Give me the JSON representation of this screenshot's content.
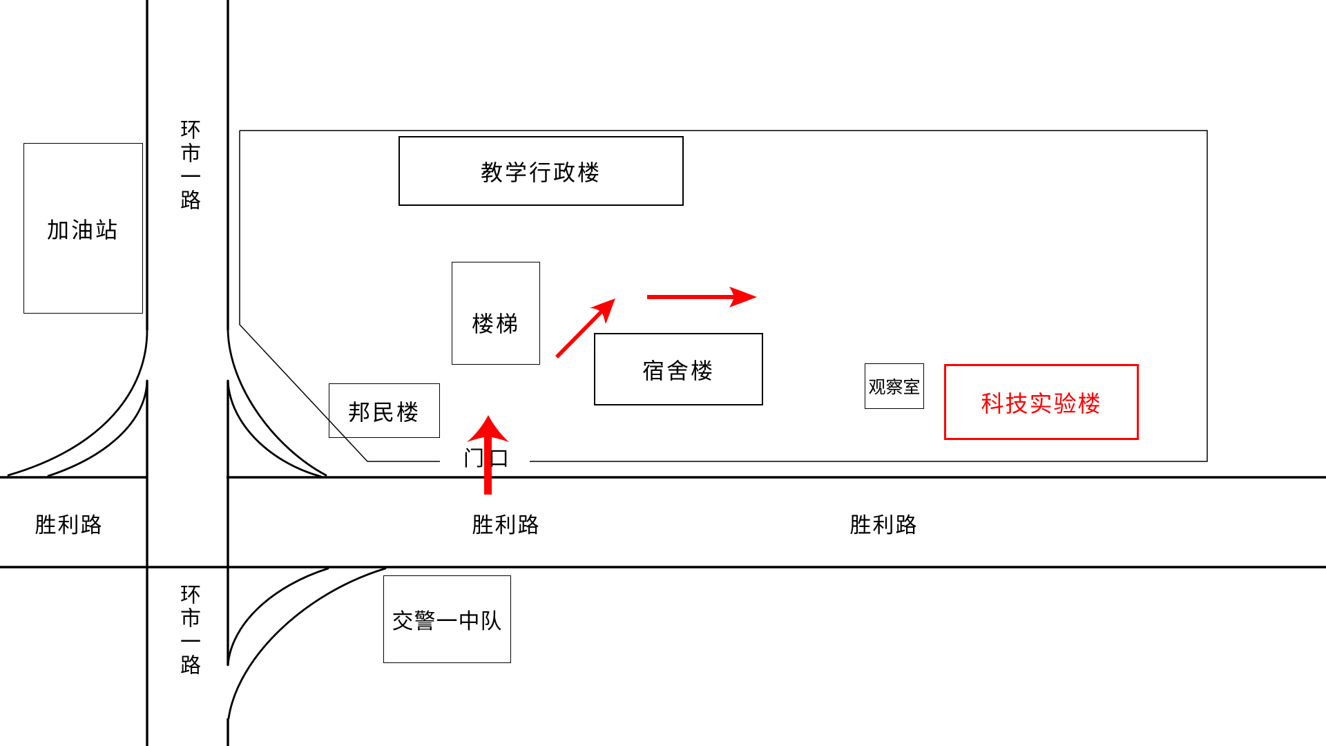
{
  "canvas": {
    "background": "#ffffff"
  },
  "colors": {
    "line": "#000000",
    "highlight": "#ff0000"
  },
  "buildings": {
    "gas_station": "加油站",
    "teaching_admin": "教学行政楼",
    "stairs": "楼梯",
    "bangmin": "邦民楼",
    "dormitory": "宿舍楼",
    "observation": "观察室",
    "science_lab": "科技实验楼",
    "traffic_police": "交警一中队"
  },
  "roads": {
    "ring_road_top": "环市一路",
    "ring_road_bottom": "环市一路",
    "shengli_left": "胜利路",
    "shengli_center": "胜利路",
    "shengli_right": "胜利路"
  },
  "gate": "门口"
}
